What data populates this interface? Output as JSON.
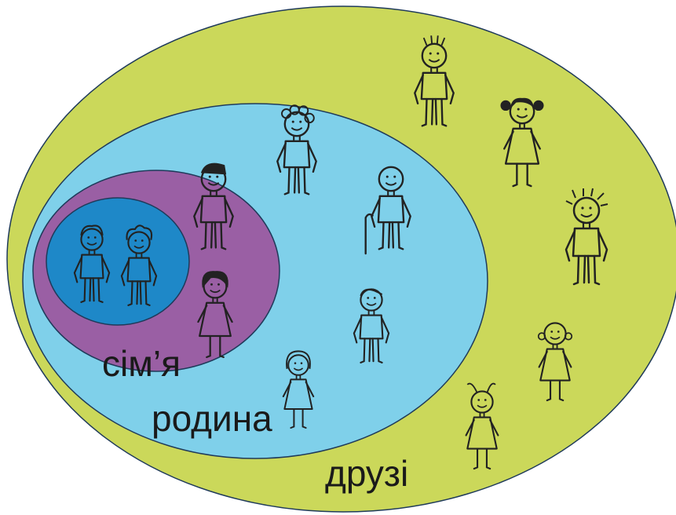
{
  "diagram": {
    "type": "nested-circles",
    "labels": {
      "family": "сім’я",
      "relatives": "родина",
      "friends": "друзі"
    },
    "colors": {
      "friends_ring": "#cbd85a",
      "relatives_ring": "#7fd0ea",
      "family_ring": "#9a5fa4",
      "core": "#1e88c8",
      "outline": "#1f3a5a",
      "figure_stroke": "#222222"
    },
    "figures": {
      "core": [
        "boy-1",
        "boy-2"
      ],
      "family_ring": [
        "father",
        "mother"
      ],
      "relatives_ring": [
        "grandmother",
        "grandfather",
        "cousin-boy",
        "cousin-girl"
      ],
      "friends_ring": [
        "boy",
        "girl-pigtails",
        "kid-curly-hair",
        "girl-dress",
        "girl-antennae"
      ]
    }
  }
}
